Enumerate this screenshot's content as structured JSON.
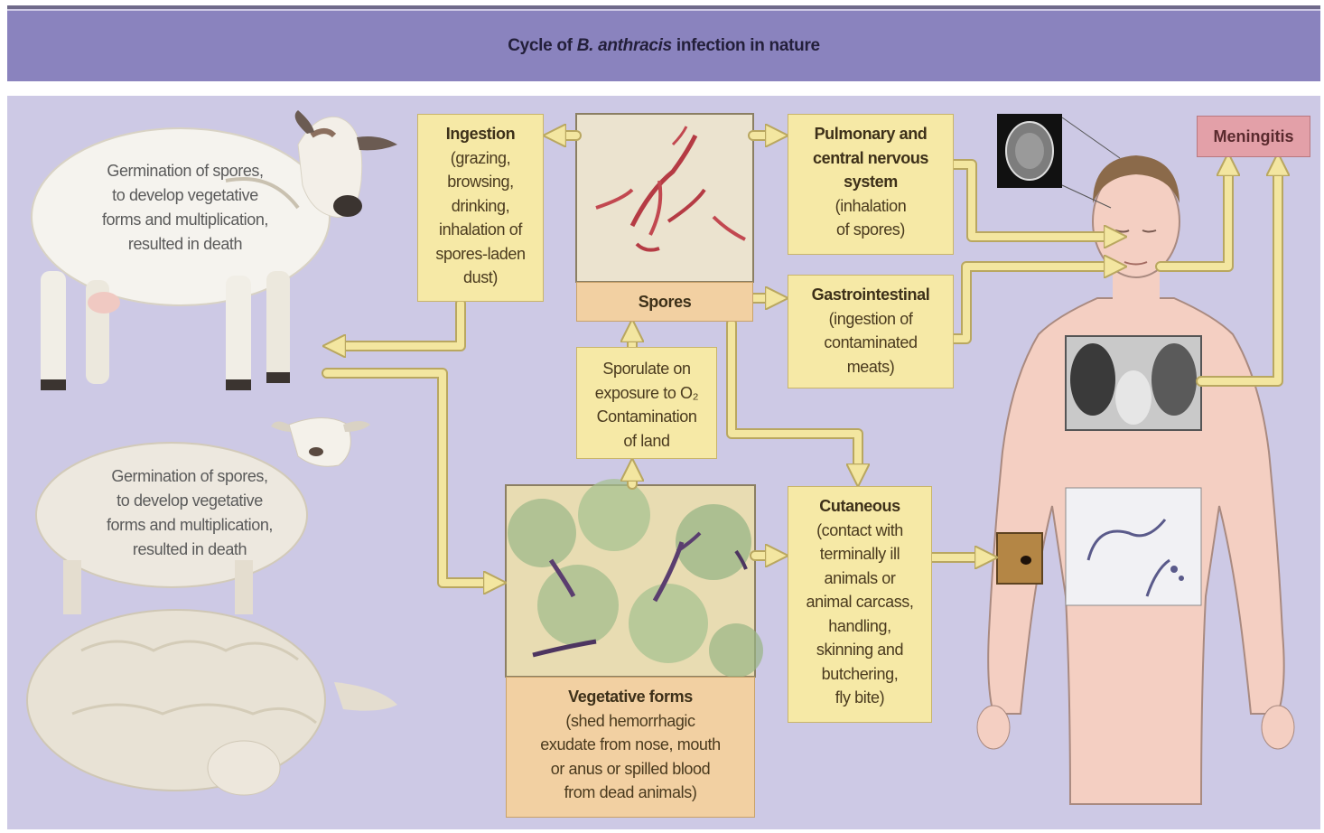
{
  "title": {
    "prefix": "Cycle of ",
    "italic": "B. anthracis",
    "suffix": " infection in nature"
  },
  "animals": {
    "cow_text": [
      "Germination of spores,",
      "to develop vegetative",
      "forms and multiplication,",
      "resulted in death"
    ],
    "sheep_text": [
      "Germination of spores,",
      "to develop vegetative",
      "forms and multiplication,",
      "resulted in death"
    ]
  },
  "boxes": {
    "ingestion": {
      "title": "Ingestion",
      "lines": [
        "(grazing,",
        "browsing,",
        "drinking,",
        "inhalation of",
        "spores-laden",
        "dust)"
      ]
    },
    "spores": {
      "title": "Spores"
    },
    "sporulate": {
      "lines": [
        "Sporulate on",
        "exposure to O₂",
        "Contamination",
        "of land"
      ]
    },
    "vegetative": {
      "title": "Vegetative forms",
      "lines": [
        "(shed hemorrhagic",
        "exudate from nose, mouth",
        "or anus or spilled blood",
        "from dead animals)"
      ]
    },
    "pulmonary": {
      "title_lines": [
        "Pulmonary and",
        "central nervous",
        "system"
      ],
      "lines": [
        "(inhalation",
        "of spores)"
      ]
    },
    "gastro": {
      "title": "Gastrointestinal",
      "lines": [
        "(ingestion of",
        "contaminated",
        "meats)"
      ]
    },
    "cutaneous": {
      "title": "Cutaneous",
      "lines": [
        "(contact with",
        "terminally ill",
        "animals or",
        "animal carcass,",
        "handling,",
        "skinning and",
        "butchering,",
        "fly bite)"
      ]
    }
  },
  "meningitis": "Meningitis",
  "colors": {
    "background": "#cdc9e5",
    "header": "#8a83be",
    "box_yellow": "#f6e9a6",
    "box_peach": "#f2d0a2",
    "arrow": "#f3e6a0",
    "meningitis": "#e3a0a8",
    "skin": "#f4cfc2"
  }
}
